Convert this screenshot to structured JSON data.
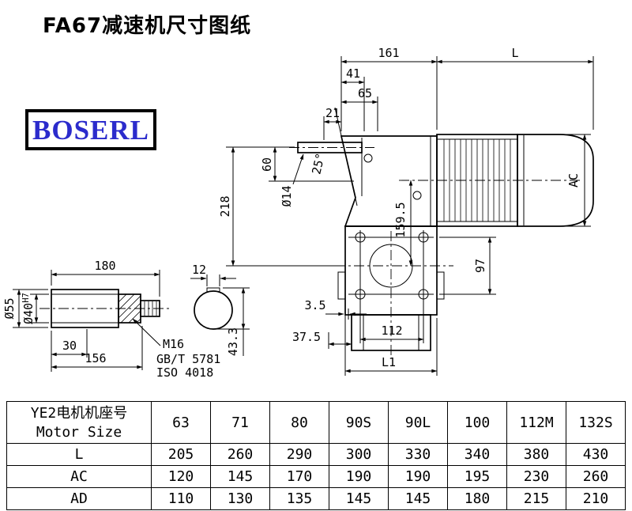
{
  "page": {
    "title": "FA67减速机尺寸图纸"
  },
  "logo": {
    "text": "BOSERL"
  },
  "drawing": {
    "dims": {
      "top_width": "161",
      "motor_length": "L",
      "d41": "41",
      "d65": "65",
      "d21": "21",
      "d60": "60",
      "d218": "218",
      "shaft_dia": "Ø14",
      "angle": "25°",
      "motor_height": "AC",
      "d159_5": "159.5",
      "d97": "97",
      "d3_5": "3.5",
      "d37_5": "37.5",
      "d112": "112",
      "bottom_length": "L1"
    },
    "shaft_detail": {
      "d180": "180",
      "d12": "12",
      "dia55": "Ø55",
      "dia40": "Ø40",
      "dia40_tol": "H7",
      "d30": "30",
      "d156": "156",
      "d43_3": "43.3",
      "thread": "M16",
      "std1": "GB/T 5781",
      "std2": "ISO 4018"
    }
  },
  "table": {
    "header": {
      "line1": "YE2电机机座号",
      "line2": "Motor Size"
    },
    "columns": [
      "63",
      "71",
      "80",
      "90S",
      "90L",
      "100",
      "112M",
      "132S"
    ],
    "rows": [
      {
        "label": "L",
        "values": [
          "205",
          "260",
          "290",
          "300",
          "330",
          "340",
          "380",
          "430"
        ]
      },
      {
        "label": "AC",
        "values": [
          "120",
          "145",
          "170",
          "190",
          "190",
          "195",
          "230",
          "260"
        ]
      },
      {
        "label": "AD",
        "values": [
          "110",
          "130",
          "135",
          "145",
          "145",
          "180",
          "215",
          "210"
        ]
      }
    ]
  }
}
